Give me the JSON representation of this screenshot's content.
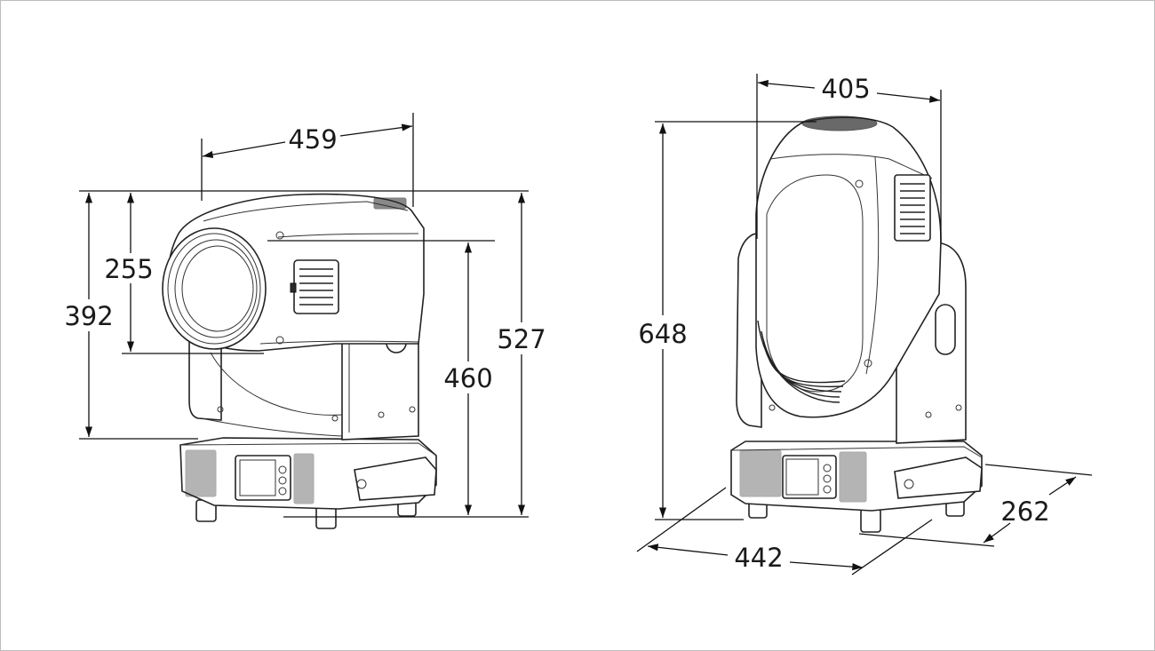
{
  "front_view": {
    "width_label": "459",
    "head_height_label": "255",
    "yoke_height_label": "392",
    "base_height_label": "460",
    "total_height_label": "527"
  },
  "side_view": {
    "width_label": "405",
    "total_height_label": "648",
    "base_width_label": "442",
    "base_depth_label": "262"
  },
  "colors": {
    "line": "#111111",
    "background": "#ffffff",
    "frame_border": "#bdbdbd"
  }
}
